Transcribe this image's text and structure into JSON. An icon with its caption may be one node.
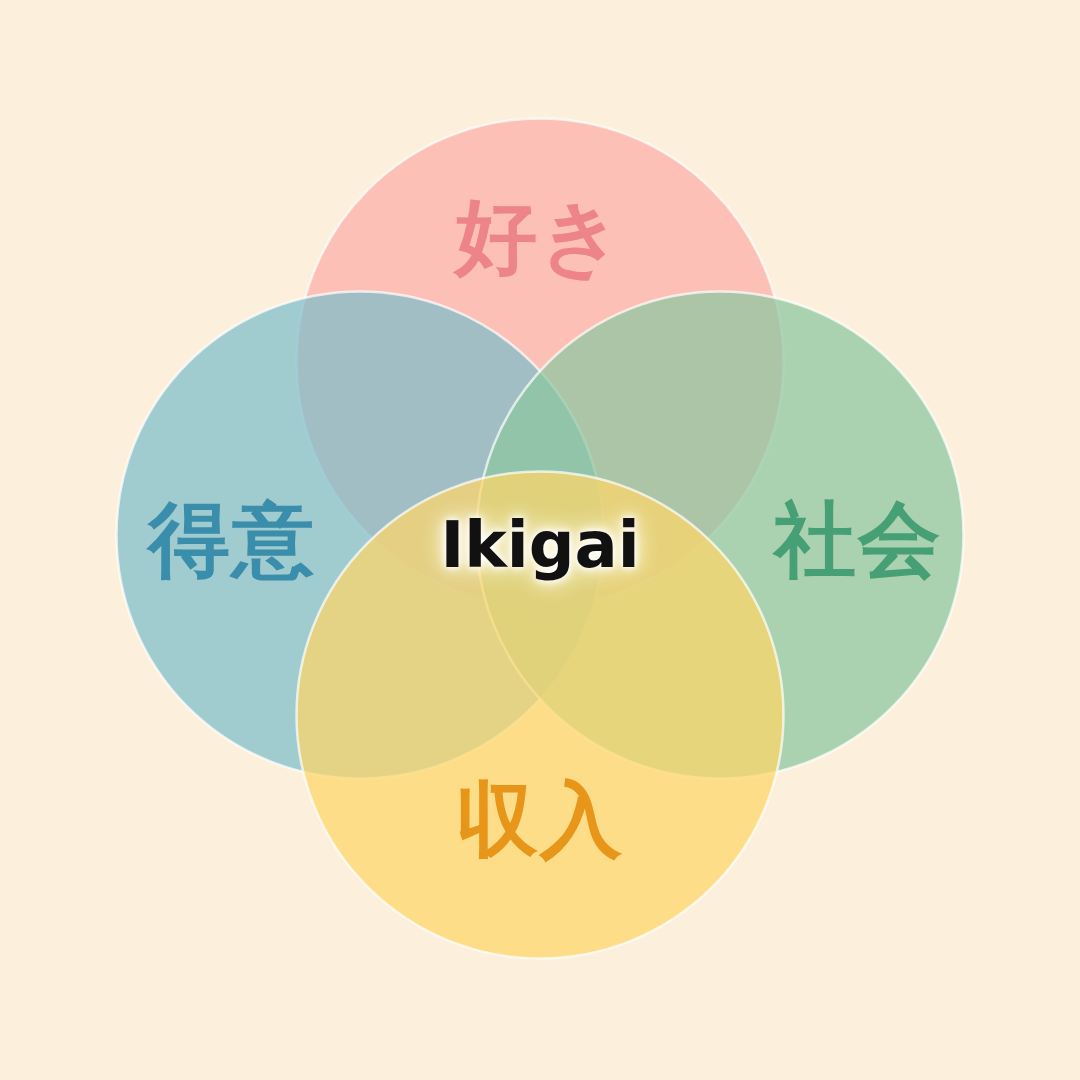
{
  "diagram": {
    "nodes": [
      {
        "text": [
          "好き"
        ]
      },
      {
        "text": [
          "得意"
        ]
      },
      {
        "text": [
          "社会"
        ]
      },
      {
        "text": [
          "収入"
        ]
      }
    ],
    "labels": [
      "Ikigai"
    ]
  }
}
